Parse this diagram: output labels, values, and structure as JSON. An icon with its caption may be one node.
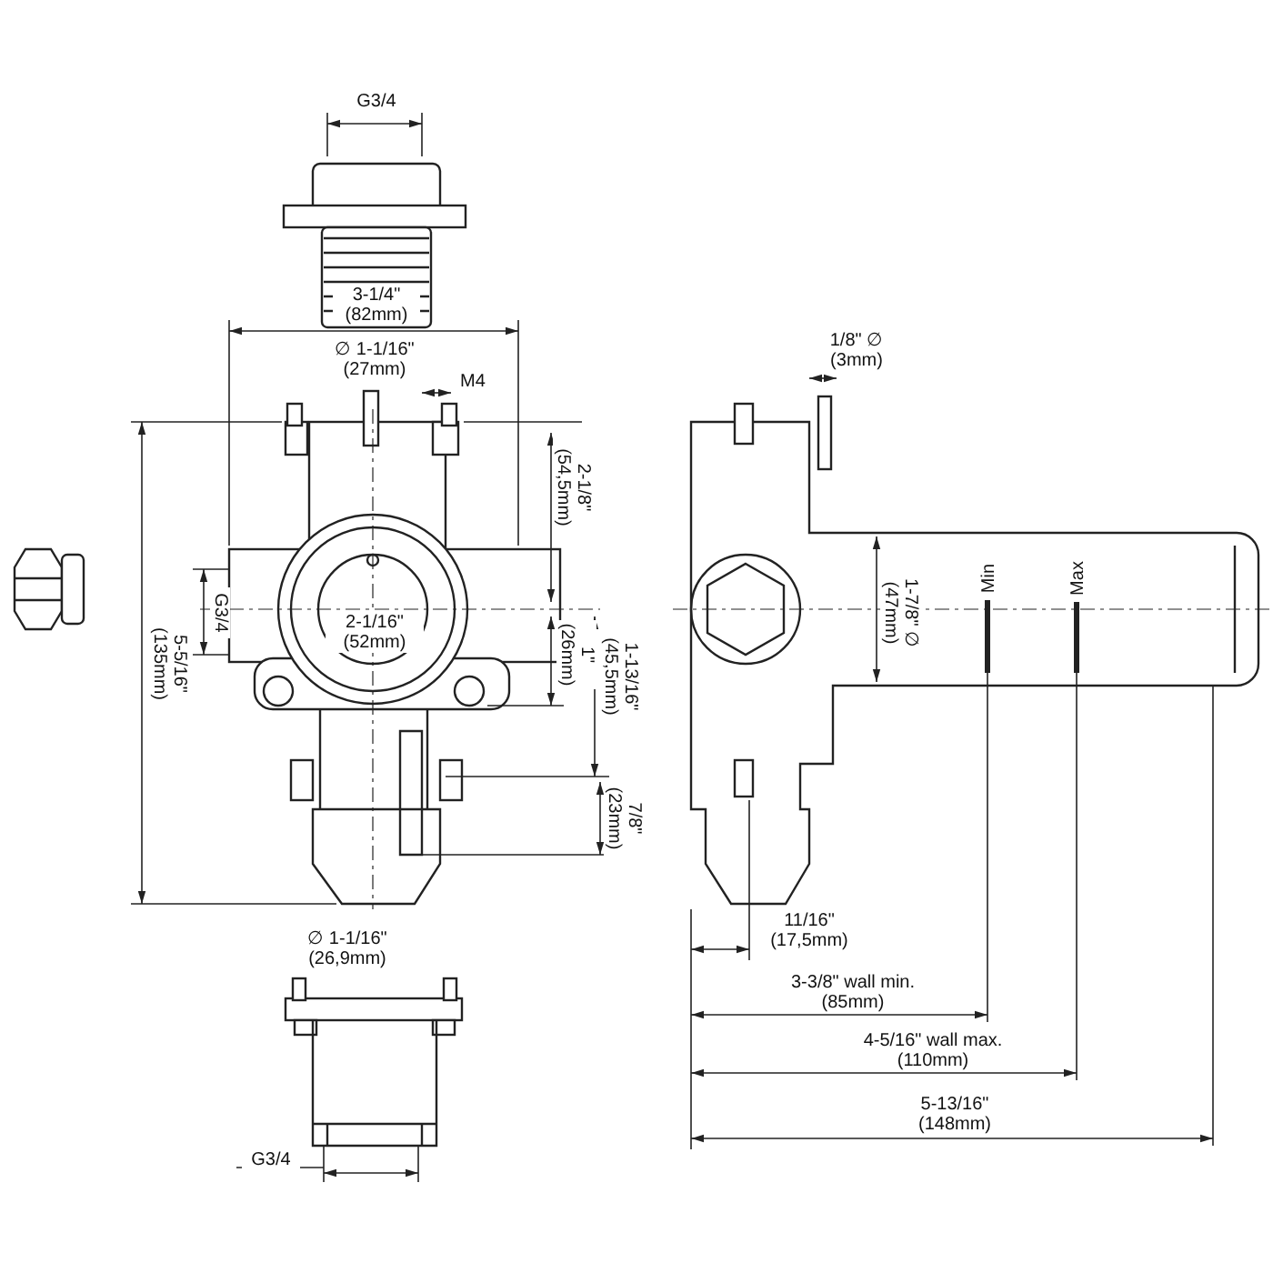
{
  "diagram": {
    "labels": [
      "G3/4",
      "3-1/4\" (82mm)",
      "∅ 1-1/16\" (27mm)",
      "M4",
      "1/8\" ∅ (3mm)",
      "2-1/8\" (54,5mm)",
      "G3/4",
      "2-1/16\" (52mm)",
      "1\" (26mm)",
      "1-7/8\" ∅ (47mm)",
      "Min",
      "Max",
      "5-5/16\" (135mm)",
      "1-13/16\" (45,5mm)",
      "7/8\" (23mm)",
      "∅ 1-1/16\" (26,9mm)",
      "11/16\" (17,5mm)",
      "3-3/8\" wall min. (85mm)",
      "4-5/16\" wall max. (110mm)",
      "5-13/16\" (148mm)",
      "G3/4"
    ]
  }
}
